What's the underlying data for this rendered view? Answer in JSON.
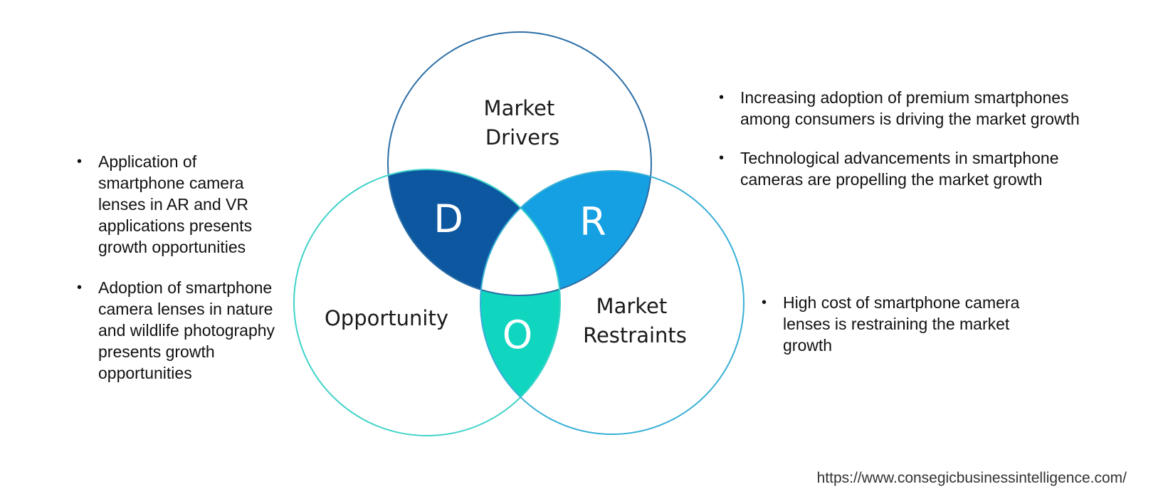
{
  "venn": {
    "drivers_label": [
      "Market",
      "Drivers"
    ],
    "restraints_label": [
      "Market",
      "Restraints"
    ],
    "opportunity_label": "Opportunity",
    "letters": {
      "drivers": "D",
      "restraints": "R",
      "opportunity": "O"
    }
  },
  "opportunities": [
    "Application of smartphone camera lenses in AR and VR applications presents growth opportunities",
    "Adoption of smartphone camera lenses in nature and wildlife photography presents growth opportunities"
  ],
  "drivers": [
    "Increasing adoption of premium smartphones among consumers is driving the market growth",
    "Technological advancements in smartphone cameras are propelling the market growth"
  ],
  "restraints": [
    "High cost of smartphone camera lenses is restraining the market growth"
  ],
  "source_url": "https://www.consegicbusinessintelligence.com/",
  "colors": {
    "drivers_circle": "#2b6ea6",
    "restraints_circle": "#38afd6",
    "opportunity_circle": "#3fd3c8",
    "d_region": "#0d57a0",
    "r_region": "#14a0e3",
    "o_region": "#10d6c0"
  }
}
